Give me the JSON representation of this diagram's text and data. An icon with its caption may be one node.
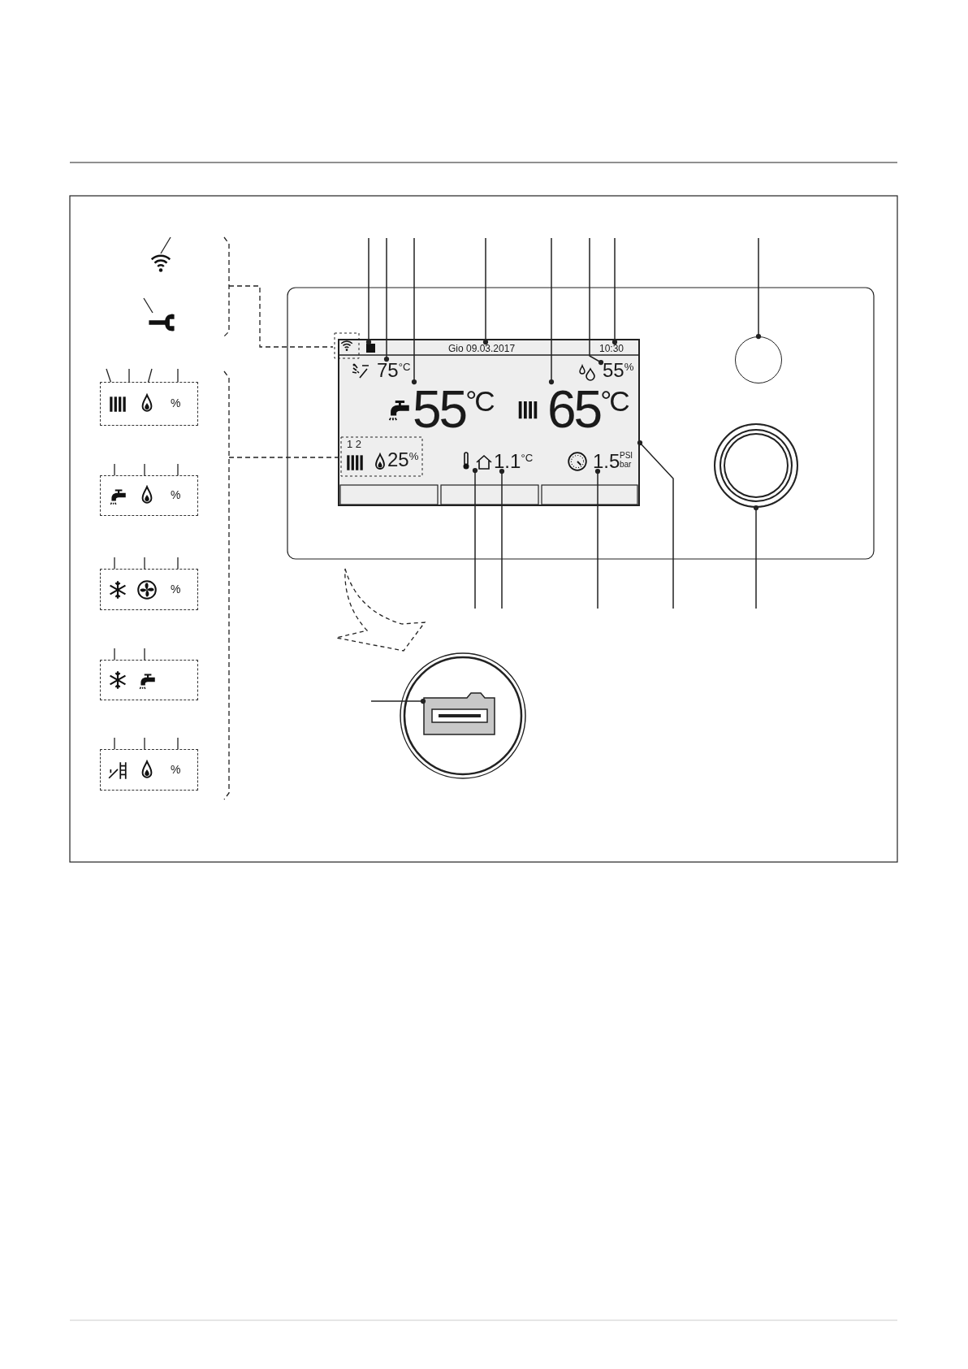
{
  "diagram": {
    "nodes": [
      {
        "text": [
          "%"
        ]
      },
      {
        "text": [
          "%"
        ]
      },
      {
        "text": [
          "%"
        ]
      },
      {
        "text": [],
        "shape": "box"
      },
      {
        "text": [
          "%"
        ]
      },
      {
        "text": [],
        "shape": "box"
      },
      {
        "text": [],
        "shape": "box",
        "in": 5
      },
      {
        "text": [
          "Gio 09.03.2017"
        ],
        "in": 5
      },
      {
        "text": [
          "10:30"
        ],
        "in": 5
      },
      {
        "text": [
          "75$^{°C}$"
        ],
        "in": 5
      },
      {
        "text": [
          "55$^{%}$"
        ],
        "in": 5
      },
      {
        "text": [
          "55$^{°C}$"
        ],
        "in": 5
      },
      {
        "text": [
          "65$^{°C}$"
        ],
        "in": 5
      },
      {
        "text": [],
        "shape": "house",
        "in": 5
      },
      {
        "text": [
          "1.1$^{°C}$"
        ],
        "in": 5
      },
      {
        "text": [
          "1.5"
        ],
        "in": 5
      },
      {
        "text": [],
        "shape": "circle"
      },
      {
        "text": [],
        "shape": "circle"
      },
      {
        "text": [],
        "shape": "box"
      }
    ],
    "edges": [
      {
        "from": null,
        "to": 6,
        "arrow": "other"
      },
      {
        "from": null,
        "to": 9,
        "arrow": "other"
      },
      {
        "from": null,
        "to": 11,
        "arrow": "other"
      },
      {
        "from": null,
        "to": 7,
        "arrow": "other"
      },
      {
        "from": null,
        "to": 12,
        "arrow": "other"
      },
      {
        "from": null,
        "to": 10,
        "arrow": "other"
      },
      {
        "from": null,
        "to": 8,
        "arrow": "other"
      },
      {
        "from": null,
        "to": 16,
        "arrow": "other"
      },
      {
        "from": null,
        "to": 13,
        "arrow": "other"
      },
      {
        "from": null,
        "to": 14,
        "arrow": "other"
      },
      {
        "from": null,
        "to": 15,
        "arrow": "other"
      },
      {
        "from": null,
        "to": 5,
        "arrow": "other"
      },
      {
        "from": null,
        "to": 17,
        "arrow": "other"
      },
      {
        "from": null,
        "to": 18,
        "arrow": "other"
      }
    ],
    "labels": [
      "1 2",
      "25$^{%}$",
      "PSI bar"
    ]
  }
}
